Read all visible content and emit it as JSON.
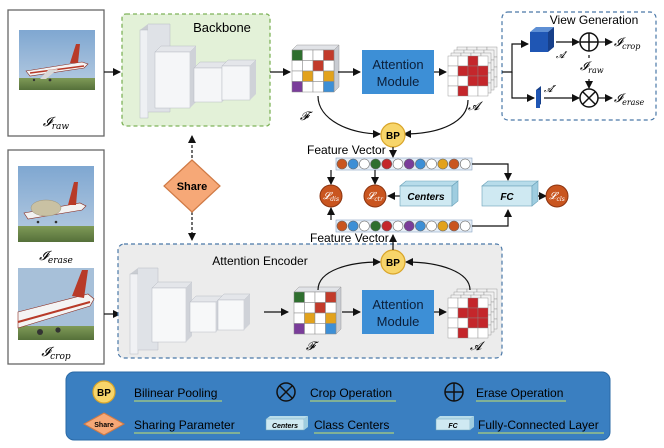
{
  "images": {
    "raw_label": "𝓘",
    "raw_sub": "raw",
    "erase_label": "𝓘",
    "erase_sub": "erase",
    "crop_label": "𝓘",
    "crop_sub": "crop"
  },
  "backbone": {
    "title": "Backbone"
  },
  "encoder": {
    "title": "Attention Encoder"
  },
  "share": {
    "label": "Share"
  },
  "attention_module": {
    "line1": "Attention",
    "line2": "Module"
  },
  "symbols": {
    "F": "𝓕",
    "A": "𝓐",
    "A_prime": "𝓐′",
    "A_dprime": "𝓐″",
    "I": "𝓘",
    "crop_sub": "crop",
    "raw_sub": "raw",
    "erase_sub": "erase",
    "L": "𝓛",
    "l_ctr_sub": "ctr",
    "l_cls_sub": "cls",
    "l_dis_sub": "dis"
  },
  "bp": "BP",
  "feature_vector": "Feature Vector",
  "centers": "Centers",
  "fc": "FC",
  "view_generation": {
    "title": "View Generation"
  },
  "legend": {
    "bp_label": "Bilinear Pooling",
    "crop_label": "Crop Operation",
    "erase_label": "Erase Operation",
    "share_label": "Sharing Parameter",
    "centers_label": "Class Centers",
    "fc_label": "Fully-Connected Layer",
    "bg_color": "#3a7fc1"
  },
  "colors": {
    "attention_module": "#3d8fd6",
    "backbone_bg": "#e3f1d8",
    "encoder_bg": "#ececec",
    "share_fill": "#f6a877",
    "bp_fill": "#f7d56a",
    "loss_fill": "#c9551f",
    "centers_fill": "#cfe9f2"
  }
}
